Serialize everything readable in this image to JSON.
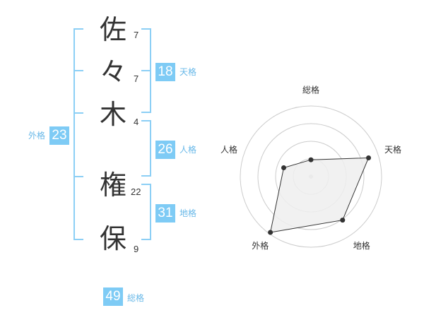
{
  "name": {
    "chars": [
      {
        "char": "佐",
        "strokes": "7"
      },
      {
        "char": "々",
        "strokes": "7"
      },
      {
        "char": "木",
        "strokes": "4"
      },
      {
        "char": "権",
        "strokes": "22"
      },
      {
        "char": "保",
        "strokes": "9"
      }
    ]
  },
  "kaku": {
    "tenkaku": {
      "value": "18",
      "label": "天格"
    },
    "jinkaku": {
      "value": "26",
      "label": "人格"
    },
    "chikaku": {
      "value": "31",
      "label": "地格"
    },
    "gaikaku": {
      "value": "23",
      "label": "外格"
    },
    "soukaku": {
      "value": "49",
      "label": "総格"
    }
  },
  "colors": {
    "badge": "#7ecbf5",
    "badge_label": "#68b8e8",
    "bracket": "#8ccff5",
    "radar_fill": "#eeeeee",
    "radar_line": "#333333",
    "grid": "#cccccc"
  },
  "chart_data": {
    "type": "radar",
    "axes": [
      "総格",
      "天格",
      "地格",
      "外格",
      "人格"
    ],
    "values": [
      1.0,
      3.6,
      3.2,
      4.1,
      1.7
    ],
    "rmax": 4.2,
    "rings": 4
  }
}
